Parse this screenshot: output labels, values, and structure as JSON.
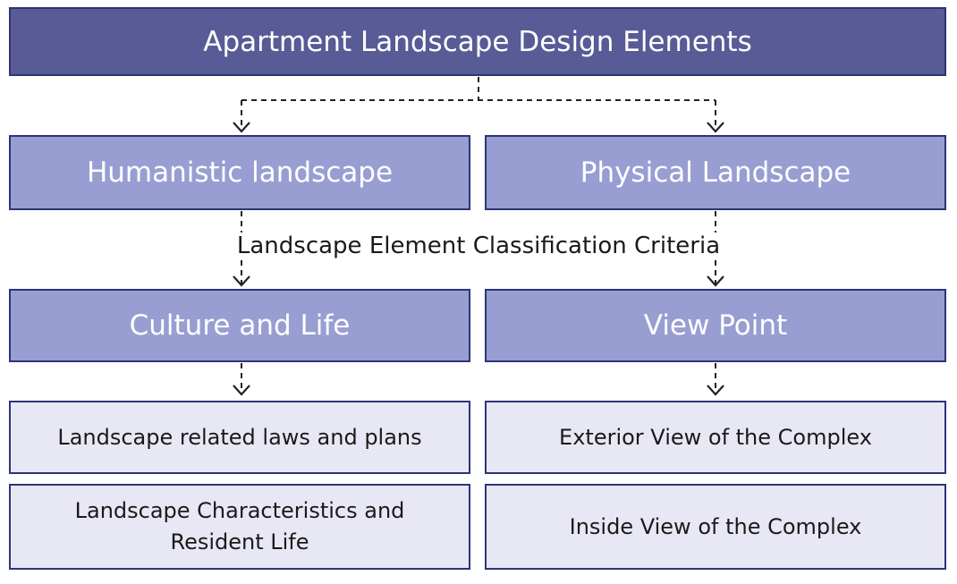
{
  "title": "Apartment Landscape Design Elements",
  "branches": {
    "left": {
      "category": "Humanistic landscape",
      "subcategory": "Culture and Life",
      "items": [
        "Landscape related laws and plans",
        "Landscape Characteristics and\nResident Life"
      ]
    },
    "right": {
      "category": "Physical Landscape",
      "subcategory": "View Point",
      "items": [
        "Exterior View of the Complex",
        "Inside View of the Complex"
      ]
    }
  },
  "criteria_label": "Landscape Element Classification Criteria",
  "colors": {
    "title_fill": "#585b95",
    "category_fill": "#989ed2",
    "leaf_fill": "#e8e8f5",
    "border": "#2e3378",
    "connector": "#222222"
  }
}
